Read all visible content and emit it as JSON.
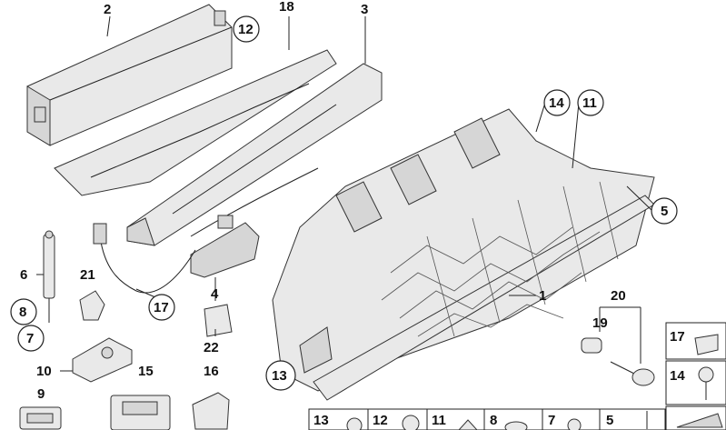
{
  "labels": {
    "n1": "1",
    "n2": "2",
    "n3": "3",
    "n4": "4",
    "n5": "5",
    "n6": "6",
    "n7": "7",
    "n8": "8",
    "n9": "9",
    "n10": "10",
    "n11": "11",
    "n12": "12",
    "n13": "13",
    "n14": "14",
    "n15": "15",
    "n16": "16",
    "n17": "17",
    "n18": "18",
    "n19": "19",
    "n20": "20",
    "n21": "21",
    "n22": "22"
  },
  "legend": {
    "row1": [
      "17",
      "14"
    ],
    "bottom": [
      "13",
      "12",
      "11",
      "8",
      "7",
      "5"
    ]
  }
}
